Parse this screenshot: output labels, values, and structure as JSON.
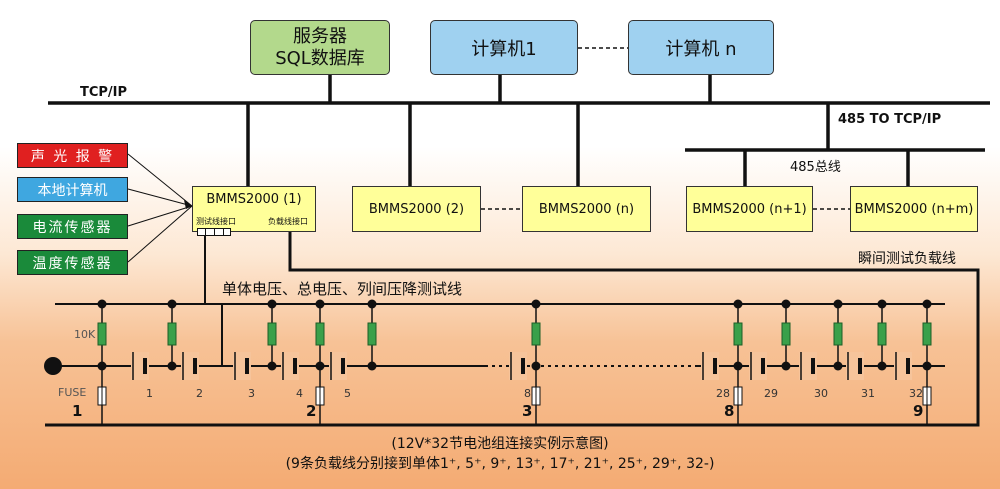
{
  "server": {
    "line1": "服务器",
    "line2": "SQL数据库"
  },
  "computer1": "计算机1",
  "computer_n": "计算机 n",
  "network": {
    "tcpip": "TCP/IP",
    "converter": "485 TO TCP/IP",
    "bus485": "485总线"
  },
  "bmms": {
    "u1": "BMMS2000 (1)",
    "u2": "BMMS2000 (2)",
    "un": "BMMS2000 (n)",
    "un1": "BMMS2000 (n+1)",
    "unm": "BMMS2000 (n+m)",
    "port_test": "测试线接口",
    "port_load": "负载线接口"
  },
  "side": [
    {
      "label": "声 光 报 警",
      "color": "#e02020"
    },
    {
      "label": "本地计算机",
      "color": "#3fa7e0"
    },
    {
      "label": "电流传感器",
      "color": "#1a8a3a"
    },
    {
      "label": "温度传感器",
      "color": "#1a8a3a"
    }
  ],
  "labels": {
    "load_line": "瞬间测试负载线",
    "test_line": "单体电压、总电压、列间压降测试线",
    "resistor": "10K",
    "fuse": "FUSE"
  },
  "cell_numbers": [
    "1",
    "2",
    "3",
    "4",
    "5",
    "8",
    "28",
    "29",
    "30",
    "31",
    "32"
  ],
  "load_numbers": [
    "1",
    "2",
    "3",
    "8",
    "9"
  ],
  "caption": {
    "line1": "(12V*32节电池组连接实例示意图)",
    "line2": "(9条负载线分别接到单体1⁺, 5⁺, 9⁺, 13⁺, 17⁺, 21⁺, 25⁺, 29⁺, 32-)"
  }
}
